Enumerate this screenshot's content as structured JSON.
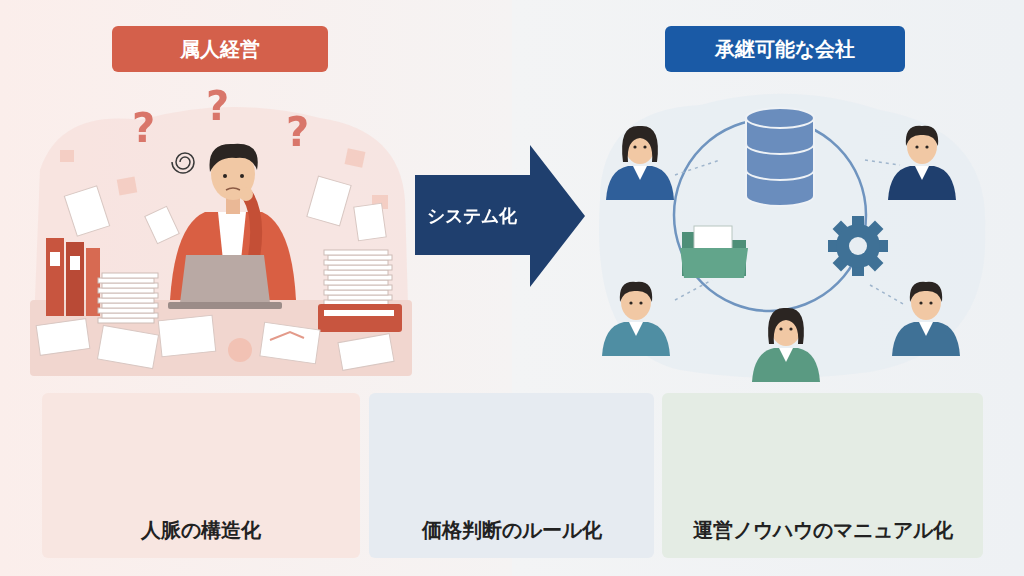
{
  "diagram": {
    "nodes": [
      {
        "text": [
          "属人経営"
        ]
      },
      {
        "text": [
          "システム化"
        ]
      },
      {
        "text": [
          "承継可能な会社"
        ]
      },
      {
        "text": [
          "人脈の構造化"
        ]
      },
      {
        "text": [
          "価格判断のルール化"
        ]
      },
      {
        "text": [
          "運営ノウハウのマニュアル化"
        ]
      }
    ],
    "labels": [
      "?",
      "?",
      "?"
    ]
  }
}
